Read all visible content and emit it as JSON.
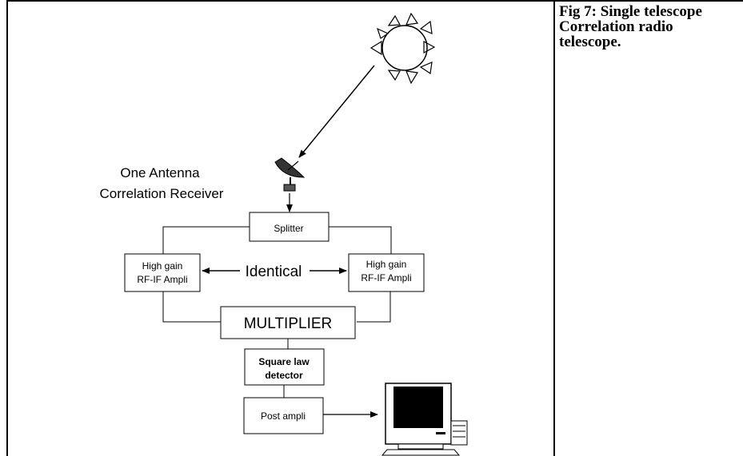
{
  "caption": "Fig 7: Single telescope Correlation radio telescope.",
  "diagram": {
    "antenna_label_line1": "One Antenna",
    "antenna_label_line2": "Correlation Receiver",
    "splitter": "Splitter",
    "amp_left_line1": "High gain",
    "amp_left_line2": "RF-IF Ampli",
    "amp_right_line1": "High gain",
    "amp_right_line2": "RF-IF Ampli",
    "identical": "Identical",
    "multiplier": "MULTIPLIER",
    "detector_line1": "Square law",
    "detector_line2": "detector",
    "post_ampli": "Post ampli"
  },
  "icons": [
    "sun-icon",
    "satellite-dish-icon",
    "computer-icon"
  ]
}
